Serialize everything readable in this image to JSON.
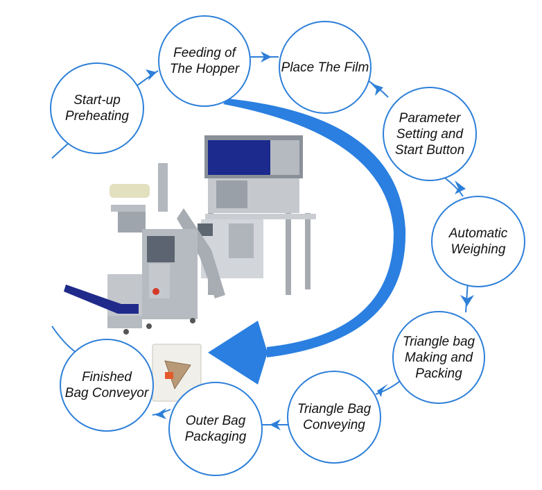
{
  "colors": {
    "accent": "#2d7fd8",
    "flow_arrow": "#2a7fe0",
    "text": "#111111"
  },
  "steps": [
    {
      "id": "start-up-preheating",
      "label": "Start-up\nPreheating"
    },
    {
      "id": "feeding-of-the-hopper",
      "label": "Feeding of\nThe Hopper"
    },
    {
      "id": "place-the-film",
      "label": "Place The Film"
    },
    {
      "id": "parameter-setting",
      "label": "Parameter\nSetting and\nStart Button"
    },
    {
      "id": "automatic-weighing",
      "label": "Automatic\nWeighing"
    },
    {
      "id": "triangle-bag-making",
      "label": "Triangle bag\nMaking and\nPacking"
    },
    {
      "id": "triangle-bag-conveying",
      "label": "Triangle Bag\nConveying"
    },
    {
      "id": "outer-bag-packaging",
      "label": "Outer Bag\nPackaging"
    },
    {
      "id": "finished-bag-conveyor",
      "label": "Finished\nBag Conveyor"
    }
  ],
  "images": {
    "machine": "packing-machine-photo",
    "bag": "finished-tea-bag-photo"
  }
}
